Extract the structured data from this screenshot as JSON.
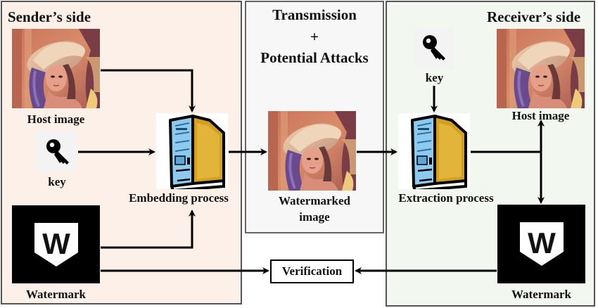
{
  "sender": {
    "title": "Sender’s side",
    "host_image_label": "Host image",
    "key_label": "key",
    "process_label": "Embedding process",
    "watermark_label": "Watermark",
    "watermark_glyph": "W",
    "background": "#fdf0e8"
  },
  "middle": {
    "title_line1": "Transmission",
    "title_line2": "+",
    "title_line3": "Potential Attacks",
    "image_label_line1": "Watermarked",
    "image_label_line2": "image",
    "background": "#f7f7f7"
  },
  "receiver": {
    "title": "Receiver’s side",
    "key_label": "key",
    "process_label": "Extraction process",
    "host_image_label": "Host image",
    "watermark_label": "Watermark",
    "watermark_glyph": "W",
    "background": "#f2f7f0"
  },
  "verification": {
    "label": "Verification"
  },
  "icons": {
    "image": "portrait-photo",
    "key": "key-icon",
    "process": "computer-tower-icon",
    "watermark": "shield-w-icon"
  }
}
